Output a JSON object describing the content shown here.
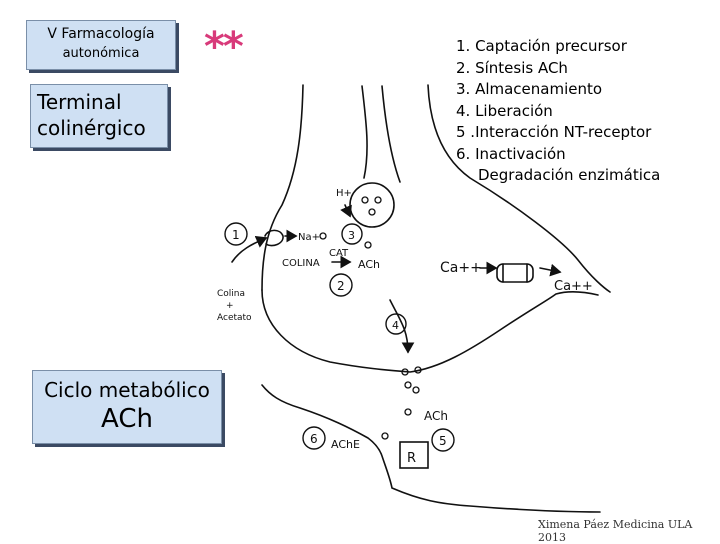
{
  "title_box": {
    "line1": "V Farmacología",
    "line2": "autonómica"
  },
  "stars": "**",
  "terminal_box": {
    "line1": "Terminal",
    "line2": "colinérgico"
  },
  "cycle_box": {
    "line1": "Ciclo metabólico",
    "line2": "ACh"
  },
  "steps": [
    "1. Captación precursor",
    "2. Síntesis ACh",
    "3. Almacenamiento",
    "4. Liberación",
    "5 .Interacción NT-receptor",
    "6. Inactivación",
    "Degradación enzimática"
  ],
  "diagram_labels": {
    "n1": "1",
    "n2": "2",
    "n3": "3",
    "n4": "4",
    "n5": "5",
    "n6": "6",
    "na": "Na+",
    "colina": "COLINA",
    "colina_acetato_1": "Colina",
    "colina_acetato_2": "+",
    "colina_acetato_3": "Acetato",
    "cat": "CAT",
    "ach_synth": "ACh",
    "h_plus": "H+",
    "ca_in": "Ca++",
    "ca_out": "Ca++",
    "ach_cleft": "ACh",
    "ache": "AChE",
    "receptor": "R"
  },
  "credit": "Ximena Páez Medicina ULA 2013",
  "colors": {
    "box_fill": "#cfe0f3",
    "box_shadow": "#3b4a63",
    "stars": "#d83a7a"
  }
}
